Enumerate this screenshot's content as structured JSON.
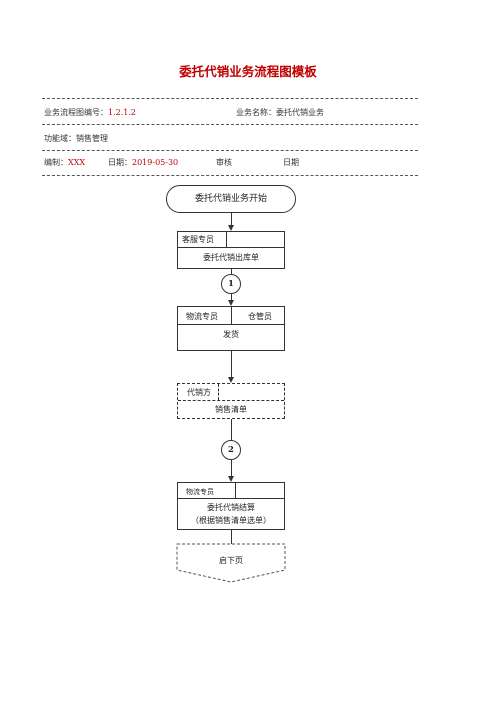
{
  "document": {
    "title": "委托代销业务流程图模板"
  },
  "meta": {
    "flow_no_label": "业务流程图编号：",
    "flow_no_value": "1.2.1.2",
    "business_name_label": "业务名称：",
    "business_name_value": "委托代销业务",
    "function_domain_label": "功能域：",
    "function_domain_value": "销售管理",
    "author_label": "编制：",
    "author_value": "XXX",
    "date_label": "日期：",
    "date_value": "2019-05-30",
    "review_label": "审核",
    "review_date_label": "日期"
  },
  "flow": {
    "start": "委托代销业务开始",
    "step1": {
      "role": "客服专员",
      "doc": "委托代销出库单"
    },
    "connector1": "1",
    "step2": {
      "role_a": "物流专员",
      "role_b": "仓管员",
      "task": "发货"
    },
    "step3": {
      "role": "代销方",
      "doc": "销售清单"
    },
    "connector2": "2",
    "step4": {
      "role": "物流专员",
      "task_line1": "委托代销结算",
      "task_line2": "（根据销售清单选单）"
    },
    "next_page": "启下页"
  }
}
